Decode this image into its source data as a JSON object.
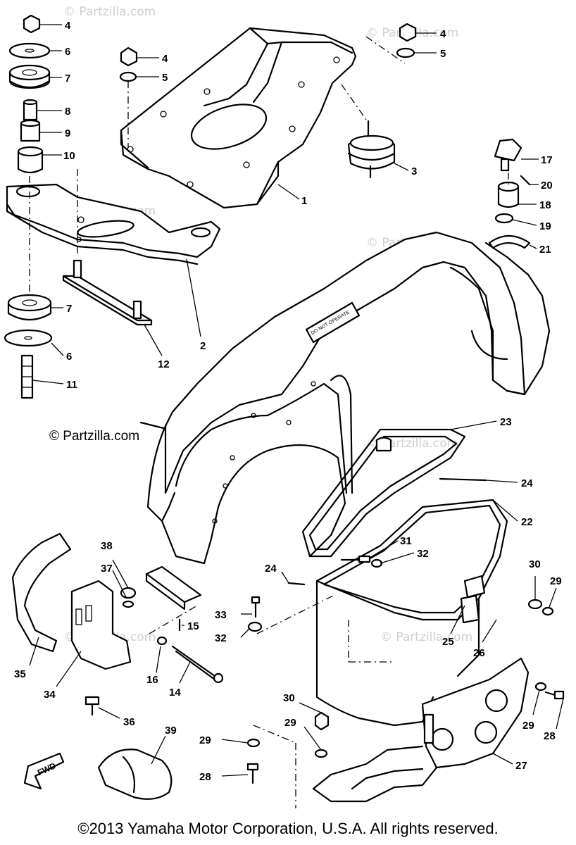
{
  "watermark": {
    "text": "© Partzilla.com"
  },
  "partzilla_mark": "© Partzilla.com",
  "copyright": "©2013 Yamaha Motor Corporation, U.S.A. All rights reserved.",
  "labels": {
    "fwd": "FWD",
    "do_not_operate": "DO NOT OPERATE"
  },
  "callouts": [
    "4",
    "6",
    "7",
    "8",
    "9",
    "10",
    "4",
    "5",
    "4",
    "5",
    "1",
    "3",
    "17",
    "20",
    "18",
    "19",
    "21",
    "7",
    "6",
    "11",
    "12",
    "2",
    "23",
    "24",
    "22",
    "31",
    "32",
    "24",
    "38",
    "37",
    "30",
    "29",
    "33",
    "15",
    "32",
    "25",
    "26",
    "35",
    "34",
    "16",
    "14",
    "36",
    "39",
    "30",
    "29",
    "29",
    "28",
    "29",
    "28",
    "27"
  ]
}
